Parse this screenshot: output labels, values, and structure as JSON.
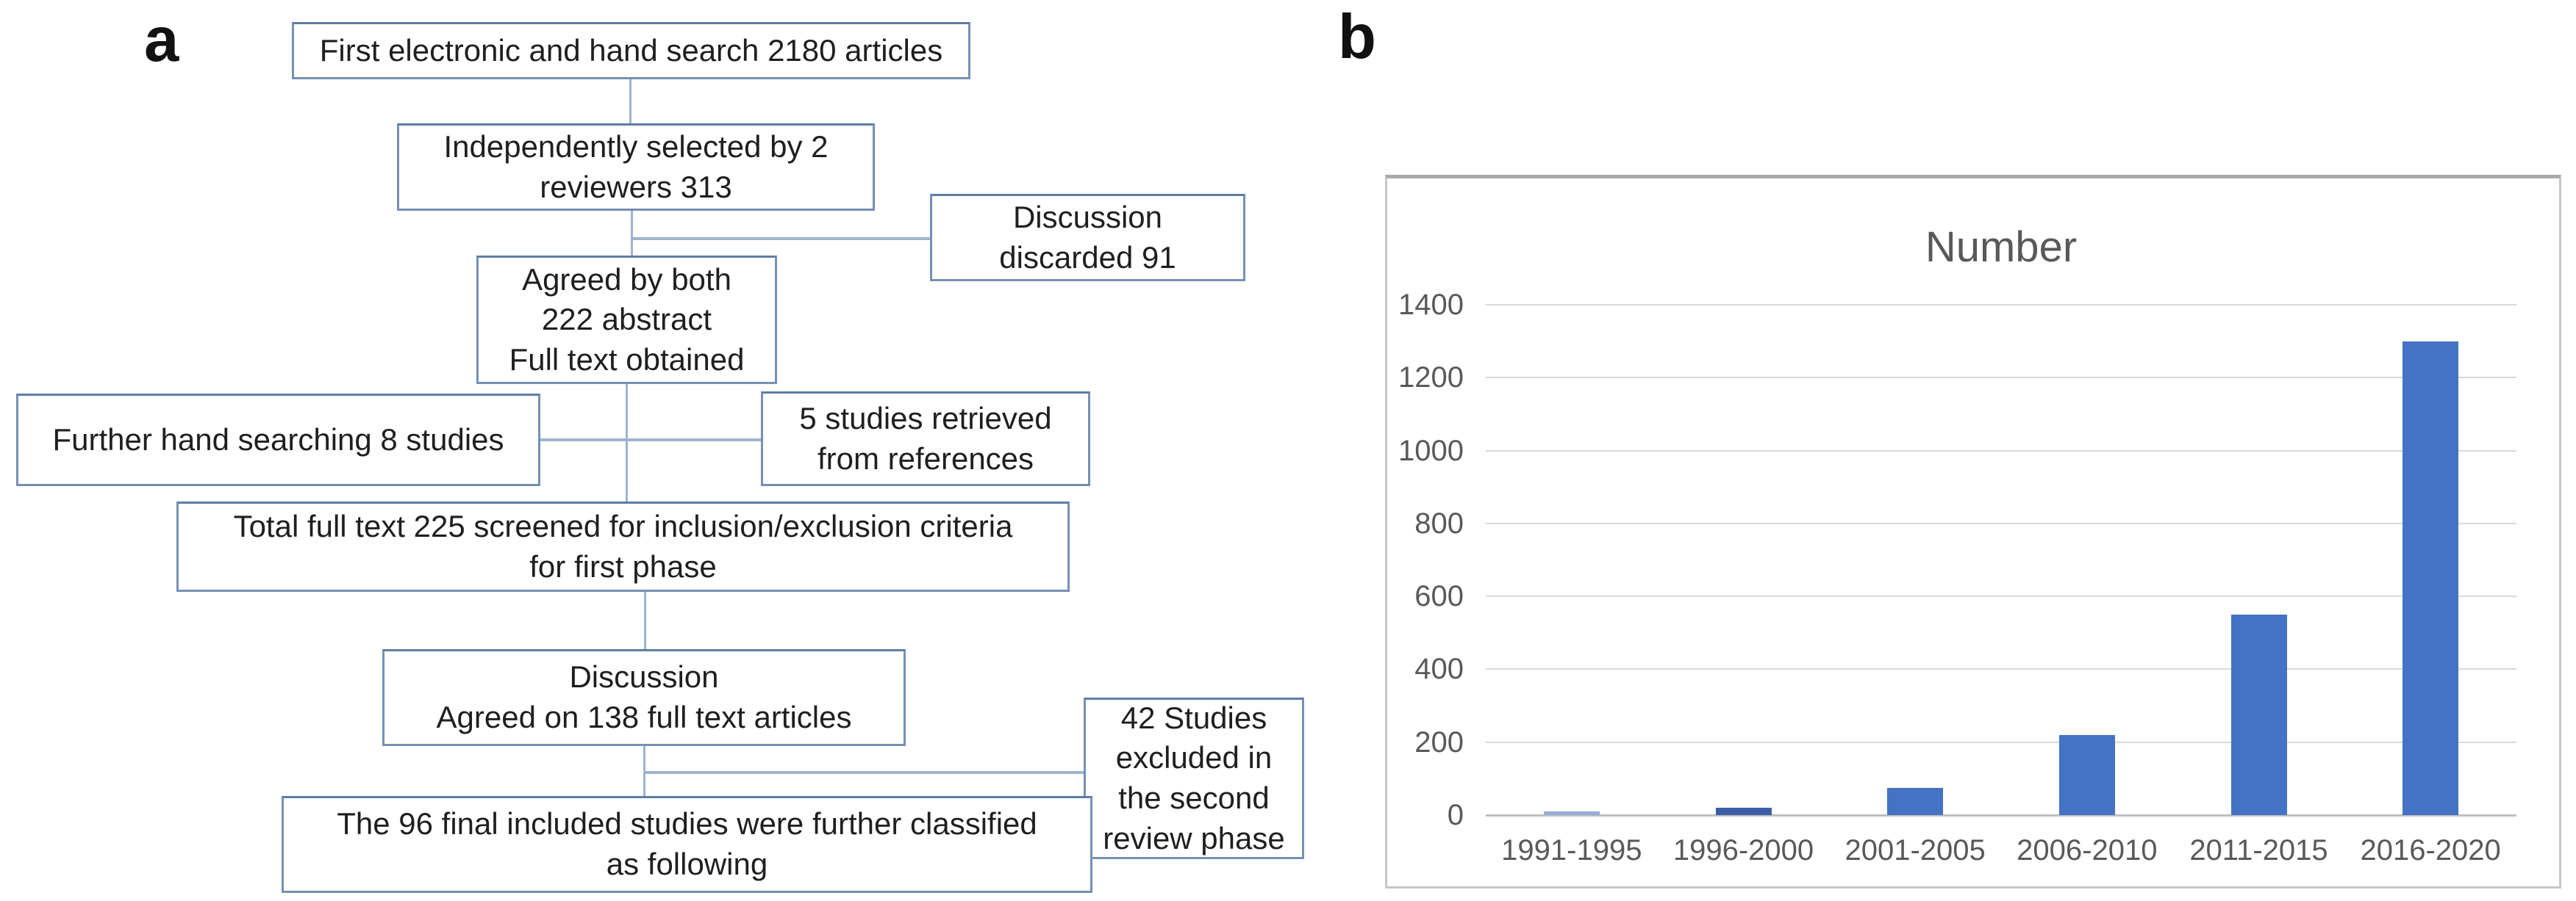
{
  "panels": {
    "a_label": "a",
    "b_label": "b"
  },
  "flowchart": {
    "box_border_color": "#7690b4",
    "connector_color": "#9fb4cc",
    "boxes": [
      {
        "text": "First electronic and hand search 2180 articles"
      },
      {
        "text": "Independently selected by 2\nreviewers 313"
      },
      {
        "text": "Discussion\ndiscarded 91"
      },
      {
        "text": "Agreed by both\n222 abstract\nFull text obtained"
      },
      {
        "text": "Further hand searching 8 studies"
      },
      {
        "text": "5 studies retrieved\nfrom references"
      },
      {
        "text": "Total full text 225 screened for inclusion/exclusion criteria\nfor first phase"
      },
      {
        "text": "Discussion\nAgreed on 138 full text articles"
      },
      {
        "text": "42 Studies\nexcluded in\nthe second\nreview phase"
      },
      {
        "text": "The 96 final included studies were further classified\nas following"
      }
    ]
  },
  "chart_data": {
    "type": "bar",
    "title": "Number",
    "categories": [
      "1991-1995",
      "1996-2000",
      "2001-2005",
      "2006-2010",
      "2011-2015",
      "2016-2020"
    ],
    "values": [
      10,
      20,
      75,
      220,
      550,
      1300
    ],
    "xlabel": "",
    "ylabel": "",
    "ylim": [
      0,
      1400
    ],
    "yticks": [
      0,
      200,
      400,
      600,
      800,
      1000,
      1200,
      1400
    ],
    "grid": true,
    "legend": false,
    "bar_color": "#4472C4",
    "bar_colors": [
      "#93ACD9",
      "#3B5EA6",
      "#4472C4",
      "#4472C4",
      "#4472C4",
      "#4472C4"
    ],
    "text_color": "#595959",
    "gridline_color": "#d9d9d9"
  }
}
